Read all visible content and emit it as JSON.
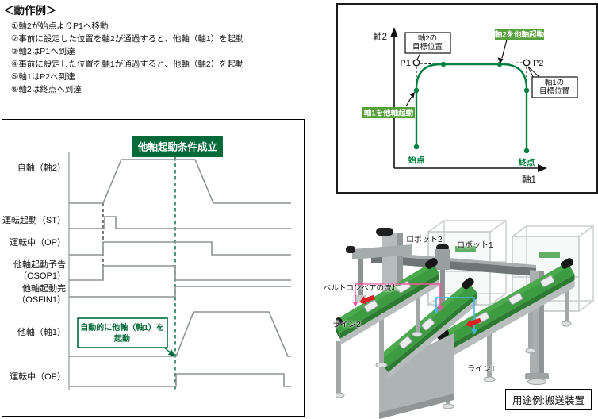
{
  "operation": {
    "title": "＜動作例＞",
    "steps": [
      "①軸2が始点よりP1へ移動",
      "②事前に設定した位置を軸2が通過すると、他軸（軸1）を起動",
      "③軸2はP1へ到達",
      "④事前に設定した位置を軸1が通過すると、他軸（軸2）を起動",
      "⑤軸1はP2へ到達",
      "⑥軸2は終点へ到達"
    ]
  },
  "graph": {
    "axis_y": "軸2",
    "axis_x": "軸1",
    "p1": "P1",
    "p2": "P2",
    "start": "始点",
    "end": "終点",
    "target2_l1": "軸2の",
    "target2_l2": "目標位置",
    "target1_l1": "軸1の",
    "target1_l2": "目標位置",
    "badge_axis2": "軸2を他軸起動",
    "badge_axis1": "軸1を他軸起動"
  },
  "timing": {
    "badge": "他軸起動条件成立",
    "note_l1": "自動的に他軸（軸1）を",
    "note_l2": "起動",
    "labels": {
      "own_axis": "自軸（軸2）",
      "st": "運転起動（ST）",
      "op1": "運転中（OP）",
      "osop_l1": "他軸起動予告",
      "osop_l2": "（OSOP1）",
      "osfin_l1": "他軸起動完",
      "osfin_l2": "（OSFIN1）",
      "other_axis": "他軸（軸1）",
      "op2": "運転中（OP）"
    }
  },
  "illustration": {
    "labels": {
      "robot2": "ロボット2",
      "robot1": "ロボット1",
      "belt_flow": "ベルトコンベアの流れ",
      "line2": "ライン2",
      "line1": "ライン1"
    },
    "caption": "用途例:搬送装置"
  },
  "colors": {
    "accent_green_dark": "#046a39",
    "accent_green_badge": "#55a03c",
    "curve_green": "#008040",
    "waveform_gray": "#8e9493",
    "belt_green": "#3d9b41",
    "path_pink": "#f0569c",
    "path_cyan": "#45b7e8",
    "arrow_red": "#dd2026"
  }
}
